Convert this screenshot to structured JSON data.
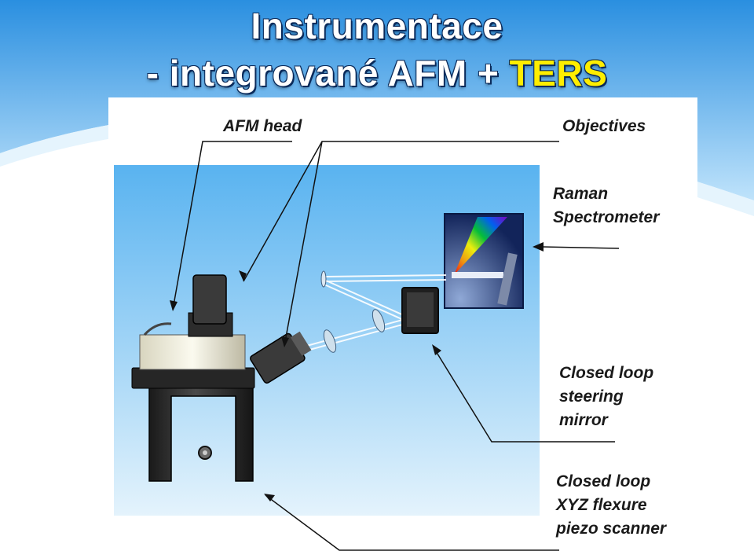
{
  "title": {
    "line1": "Instrumentace",
    "line2_prefix": "- integrované AFM + ",
    "line2_accent": "TERS"
  },
  "colors": {
    "slide_sky_top": "#2a8fe0",
    "slide_sky_bottom": "#bfe3fb",
    "title_accent": "#ffee00",
    "diagram_bg_top": "#59b3f0",
    "diagram_bg_bottom": "#e4f3fc"
  },
  "labels": {
    "afm_head": "AFM head",
    "objectives": "Objectives",
    "raman_line1": "Raman",
    "raman_line2": "Spectrometer",
    "mirror_line1": "Closed loop",
    "mirror_line2": "steering",
    "mirror_line3": "mirror",
    "scanner_line1": "Closed loop",
    "scanner_line2": "XYZ flexure",
    "scanner_line3": "piezo scanner"
  }
}
